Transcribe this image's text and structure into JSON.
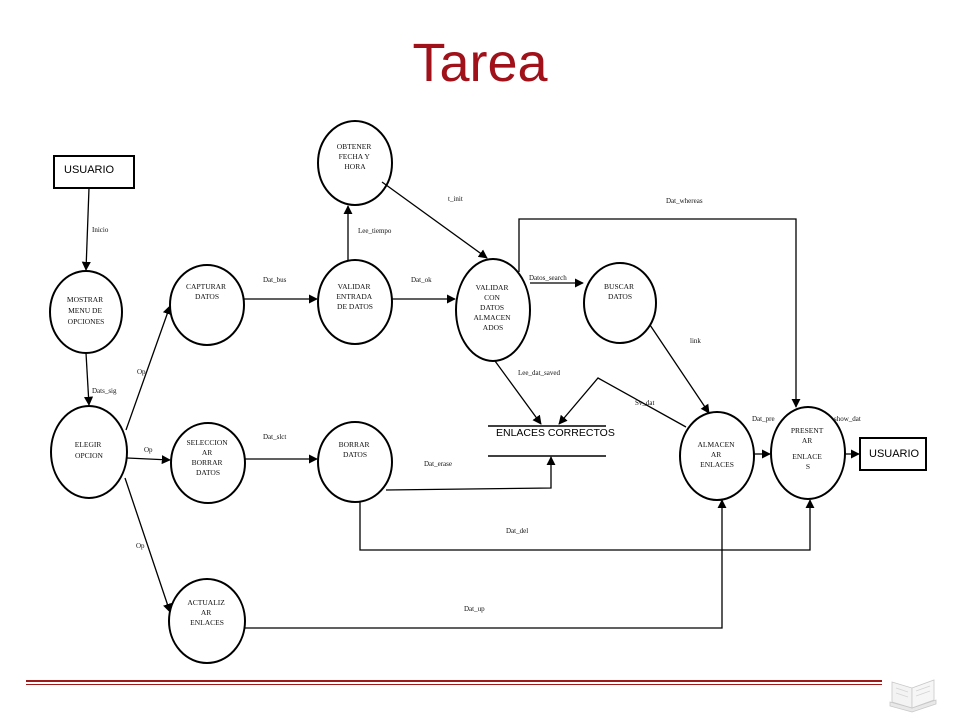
{
  "title": "Tarea",
  "accent_color": "#a0111a",
  "entities": {
    "usuario_left": "USUARIO",
    "usuario_right": "USUARIO"
  },
  "store": {
    "label": "ENLACES CORRECTOS"
  },
  "processes": {
    "mostrar": [
      "MOSTRAR",
      "MENU DE",
      "OPCIONES"
    ],
    "elegir": [
      "ELEGIR",
      "OPCION"
    ],
    "capturar": [
      "CAPTURAR",
      "DATOS"
    ],
    "seleccionar": [
      "SELECCION",
      "AR",
      "BORRAR",
      "DATOS"
    ],
    "actualizar": [
      "ACTUALIZ",
      "AR",
      "ENLACES"
    ],
    "obtener": [
      "OBTENER",
      "FECHA Y",
      "HORA"
    ],
    "validar_entrada": [
      "VALIDAR",
      "ENTRADA",
      "DE DATOS"
    ],
    "borrar": [
      "BORRAR",
      "DATOS"
    ],
    "validar_almacen": [
      "VALIDAR",
      "CON",
      "DATOS",
      "ALMACEN",
      "ADOS"
    ],
    "buscar": [
      "BUSCAR",
      "DATOS"
    ],
    "almacenar": [
      "ALMACEN",
      "AR",
      "ENLACES"
    ],
    "presentar": [
      "PRESENT",
      "AR",
      "ENLACE",
      "S"
    ]
  },
  "flows": {
    "inicio": "Inicio",
    "dats_sig": "Dats_sig",
    "op_1": "Op",
    "op_2": "Op",
    "op_3": "Op",
    "dat_bus": "Dat_bus",
    "dat_sel": "Dat_slct",
    "dat_up": "Dat_up",
    "lee_tiempo": "Lee_tiempo",
    "t_init": "t_init",
    "dat_ok": "Dat_ok",
    "dat_erase": "Dat_erase",
    "dat_del": "Dat_del",
    "datos_search": "Datos_search",
    "lee_dat_saved": "Lee_dat_saved",
    "dat_whereas": "Dat_whereas",
    "link": "link",
    "sv_dat": "Sv_dat",
    "dat_pre": "Dat_pre",
    "show_dat": "show_dat"
  }
}
